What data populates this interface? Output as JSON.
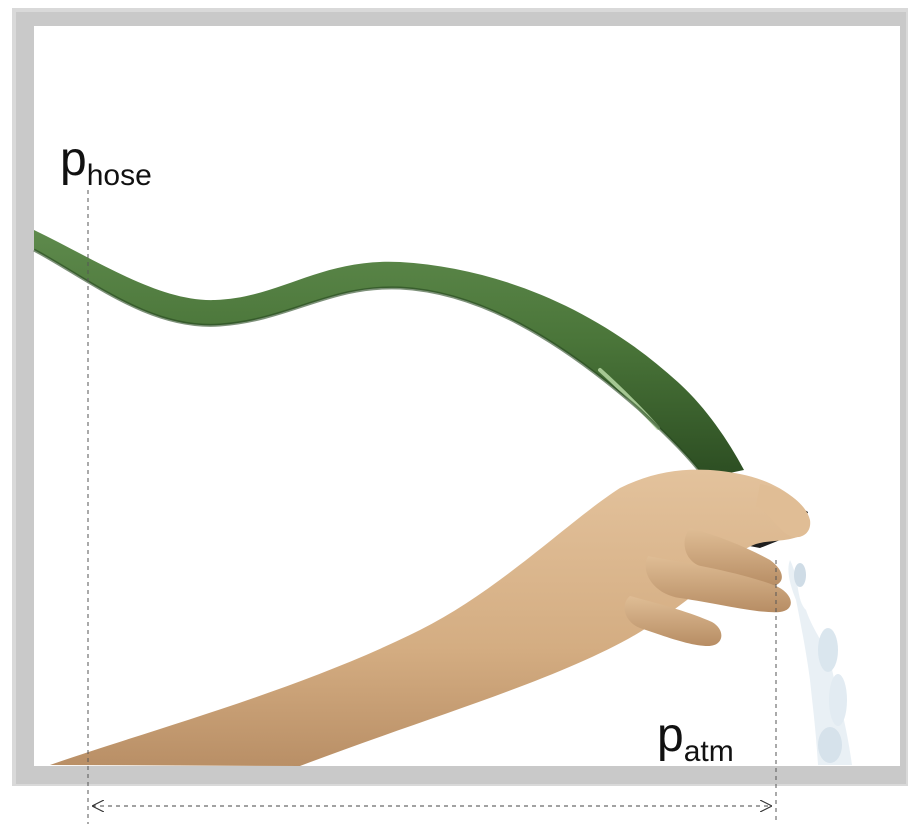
{
  "labels": {
    "hose_pressure": {
      "symbol": "p",
      "subscript": "hose"
    },
    "atm_pressure": {
      "symbol": "p",
      "subscript": "atm"
    }
  },
  "colors": {
    "hose": "#4f7a3f",
    "hose_shadow": "#2f5226",
    "hose_highlight": "#9cc08a",
    "skin": "#d9b68e",
    "skin_shadow": "#b8916a",
    "nozzle": "#222222",
    "water": "#d8e6ef",
    "frame": "#d6d6d6",
    "panel": "#ffffff"
  },
  "illustration": {
    "objects": [
      "garden-hose",
      "hand",
      "nozzle",
      "water-stream"
    ]
  }
}
